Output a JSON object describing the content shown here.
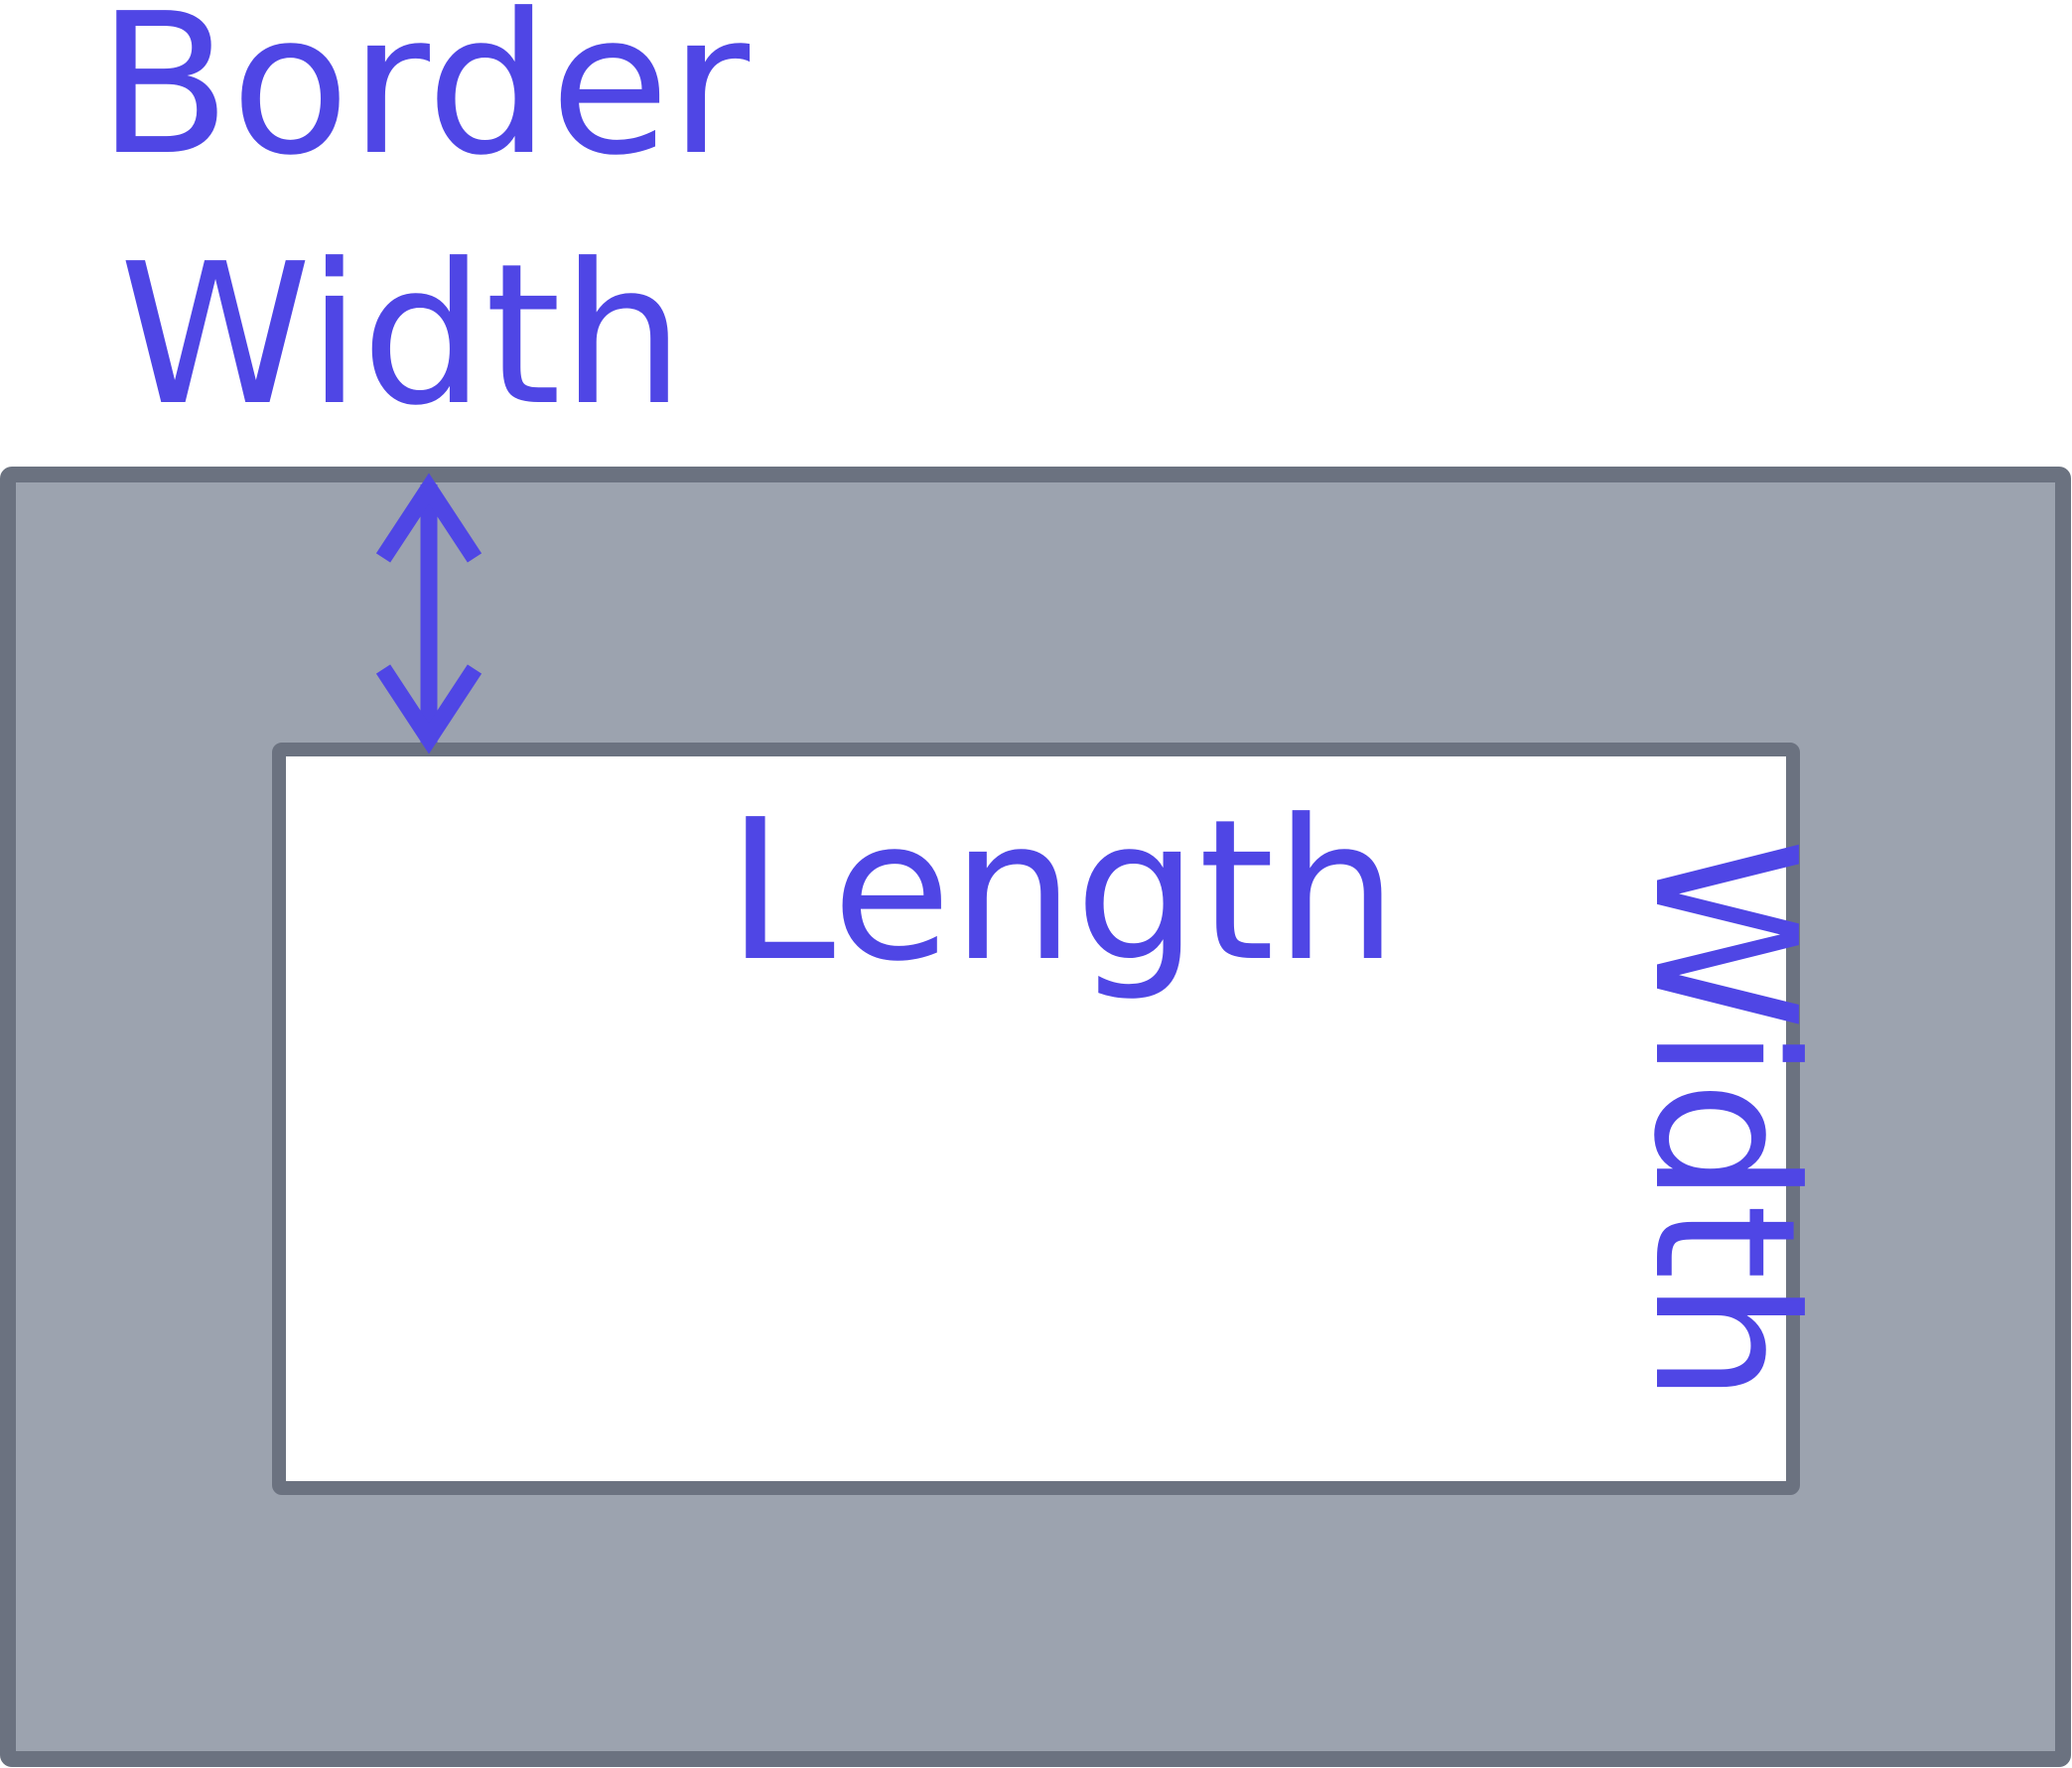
{
  "colors": {
    "accent": "#4f46e5",
    "border_fill": "#9ca3af",
    "outline": "#6b7280",
    "content_fill": "#ffffff"
  },
  "labels": {
    "title_line_1": "Border",
    "title_line_2": "Width",
    "length": "Length",
    "width": "Width"
  },
  "icons": {
    "arrow": "double-headed-vertical-arrow-icon"
  }
}
